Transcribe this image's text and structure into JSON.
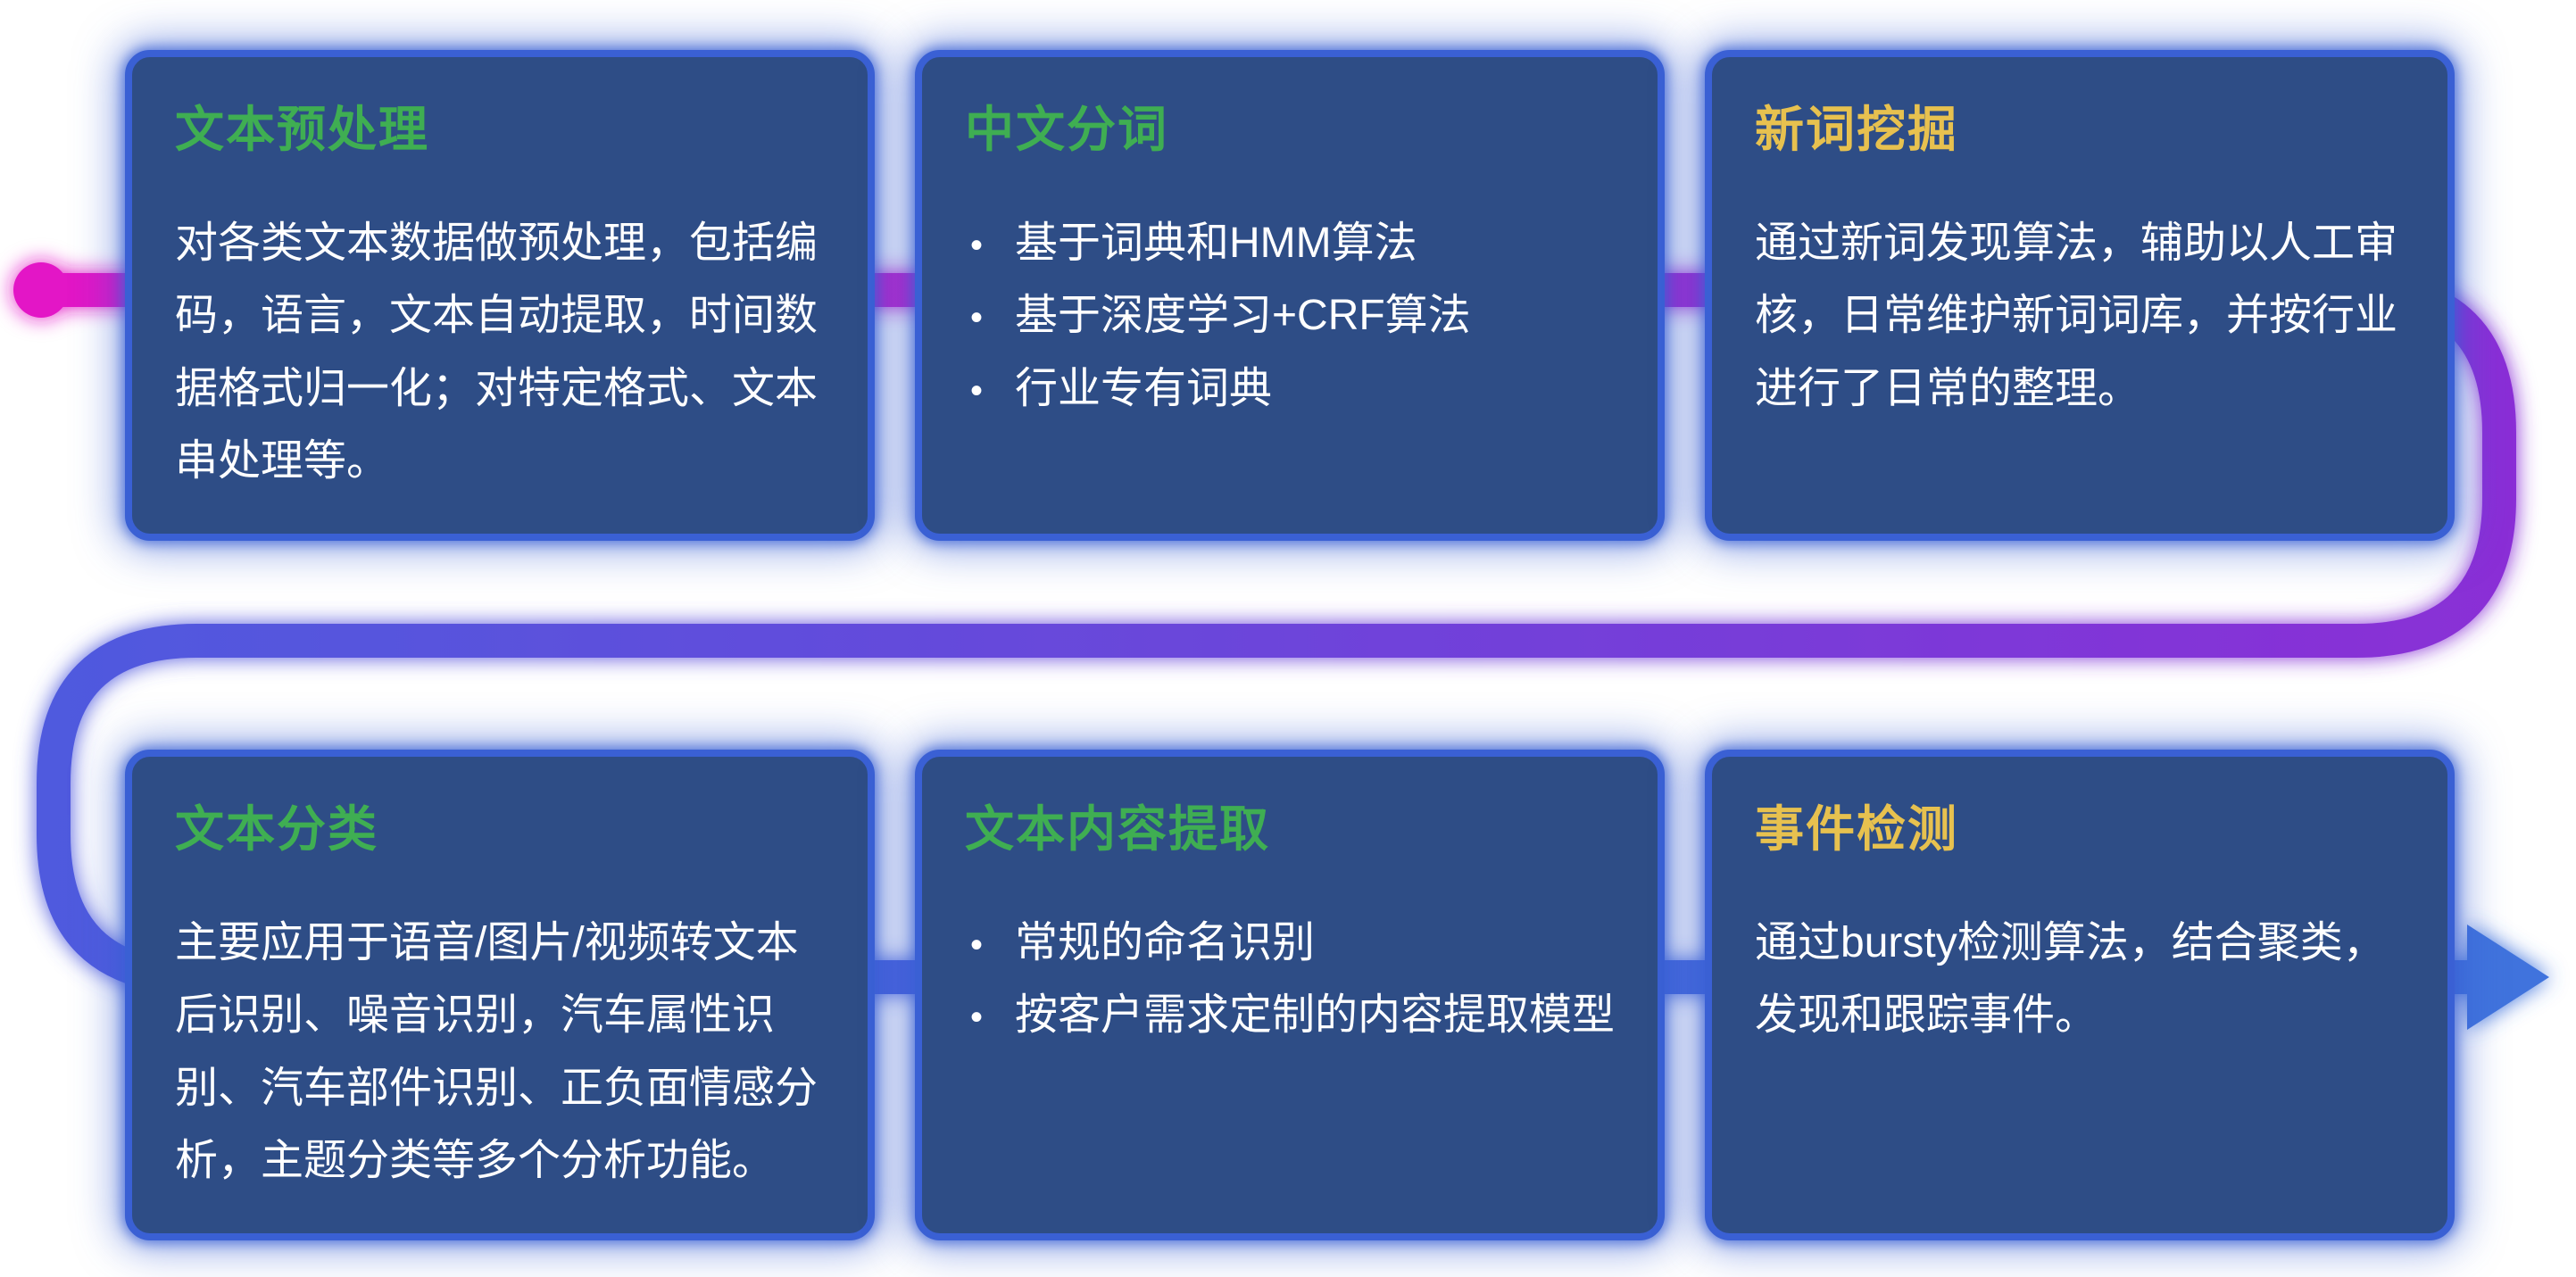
{
  "bullet_char": "•",
  "colors": {
    "card_background": "#2e4d86",
    "card_border": "#3a60d4",
    "card_glow": "#3a60d4",
    "title_green": "#3fae52",
    "title_yellow": "#e7c14f",
    "body_text": "#ffffff",
    "pipeline_start": "#e318c6",
    "pipeline_middle": "#8a2fd6",
    "pipeline_end": "#4173dd"
  },
  "cards": [
    {
      "accent": "green",
      "title": "文本预处理",
      "body": "对各类文本数据做预处理，包括编码，语言，文本自动提取，时间数据格式归一化；对特定格式、文本串处理等。"
    },
    {
      "accent": "green",
      "title": "中文分词",
      "bullets": [
        "基于词典和HMM算法",
        "基于深度学习+CRF算法",
        "行业专有词典"
      ]
    },
    {
      "accent": "yellow",
      "title": "新词挖掘",
      "body": "通过新词发现算法，辅助以人工审核，日常维护新词词库，并按行业进行了日常的整理。"
    },
    {
      "accent": "green",
      "title": "文本分类",
      "body": "主要应用于语音/图片/视频转文本后识别、噪音识别，汽车属性识别、汽车部件识别、正负面情感分析，主题分类等多个分析功能。"
    },
    {
      "accent": "green",
      "title": "文本内容提取",
      "bullets": [
        "常规的命名识别",
        "按客户需求定制的内容提取模型"
      ]
    },
    {
      "accent": "yellow",
      "title": "事件检测",
      "body": "通过bursty检测算法，结合聚类，发现和跟踪事件。"
    }
  ]
}
